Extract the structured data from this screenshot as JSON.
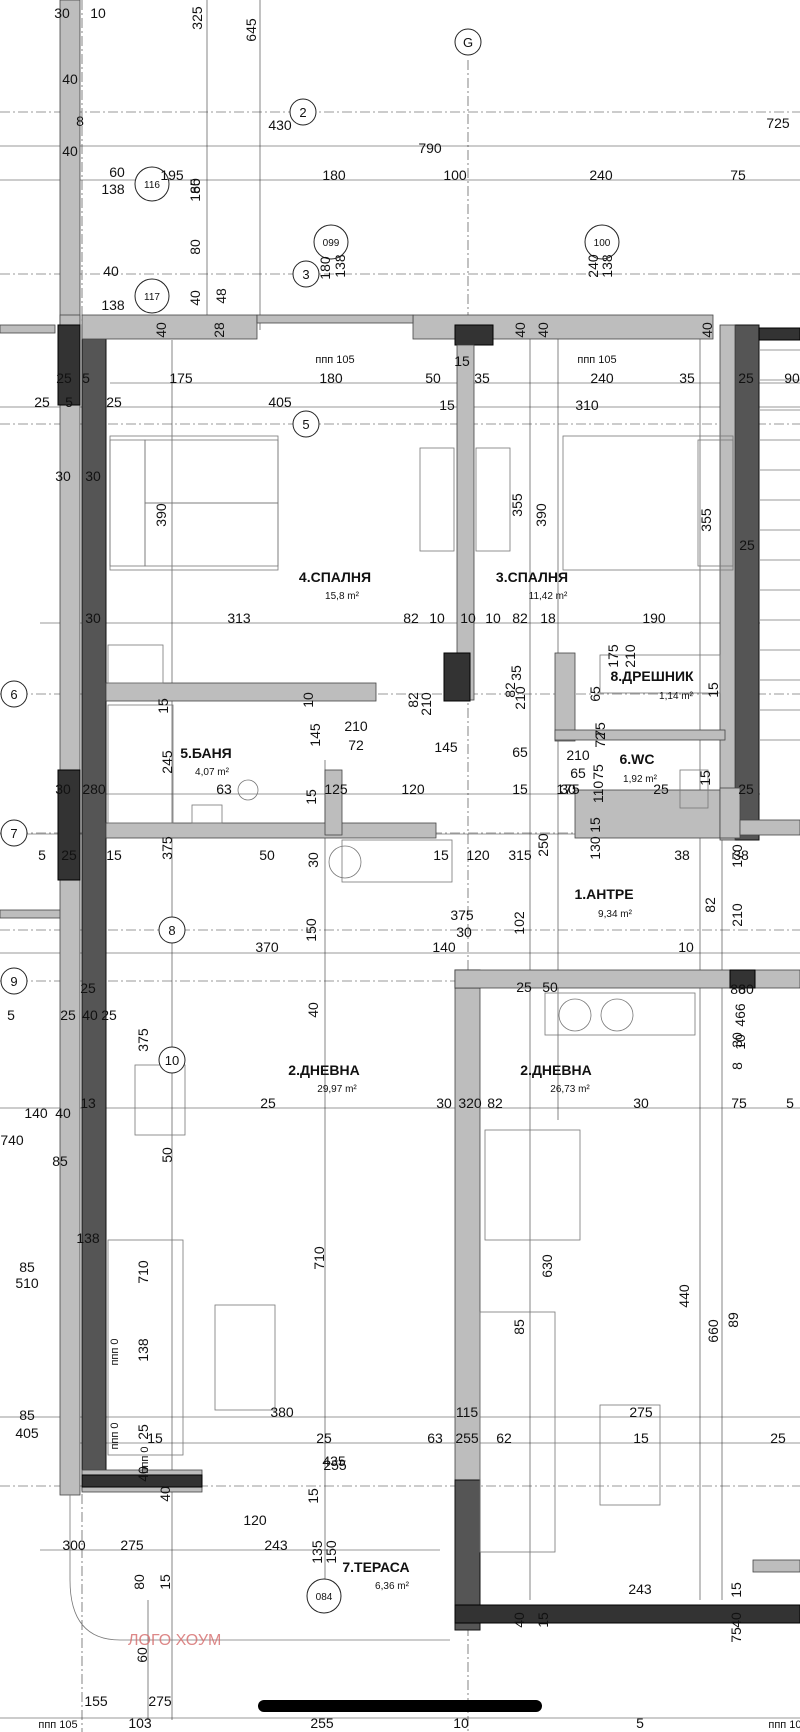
{
  "grid_bubbles": [
    {
      "label": "G"
    },
    {
      "label": "2"
    },
    {
      "label": "3"
    },
    {
      "label": "5"
    },
    {
      "label": "6"
    },
    {
      "label": "7"
    },
    {
      "label": "8"
    },
    {
      "label": "9"
    },
    {
      "label": "10"
    }
  ],
  "tags": [
    {
      "top": "099",
      "bottom": ""
    },
    {
      "top": "100",
      "bottom": ""
    },
    {
      "top": "116",
      "bottom": ""
    },
    {
      "top": "117",
      "bottom": ""
    },
    {
      "top": "084",
      "bottom": ""
    }
  ],
  "rooms": [
    {
      "name": "4.СПАЛНЯ",
      "area": "15,8 m²"
    },
    {
      "name": "3.СПАЛНЯ",
      "area": "11,42 m²"
    },
    {
      "name": "8.ДРЕШНИК",
      "area": "1,14 m²"
    },
    {
      "name": "5.БАНЯ",
      "area": "4,07 m²"
    },
    {
      "name": "6.WC",
      "area": "1,92 m²"
    },
    {
      "name": "1.АНТРЕ",
      "area": "9,34 m²"
    },
    {
      "name": "2.ДНЕВНА",
      "area": "29,97 m²"
    },
    {
      "name": "2.ДНЕВНА",
      "area": "26,73 m²"
    },
    {
      "name": "7.ТЕРАСА",
      "area": "6,36 m²"
    }
  ],
  "dimensions": [
    "30",
    "10",
    "325",
    "645",
    "40",
    "430",
    "725",
    "790",
    "8",
    "40",
    "195",
    "180",
    "100",
    "240",
    "75",
    "60",
    "138",
    "60",
    "185",
    "80",
    "40",
    "48",
    "180",
    "138",
    "240",
    "138",
    "40",
    "138",
    "40",
    "28",
    "40",
    "40",
    "40",
    "ппп 105",
    "ппп 105",
    "25",
    "5",
    "175",
    "180",
    "50",
    "35",
    "240",
    "35",
    "25",
    "90",
    "15",
    "25",
    "5",
    "25",
    "405",
    "15",
    "310",
    "30",
    "30",
    "390",
    "355",
    "390",
    "355",
    "25",
    "30",
    "313",
    "82",
    "10",
    "10",
    "10",
    "82",
    "18",
    "190",
    "175",
    "210",
    "15",
    "10",
    "82",
    "210",
    "35",
    "82",
    "210",
    "65",
    "75",
    "15",
    "72",
    "210",
    "72",
    "145",
    "245",
    "145",
    "65",
    "210",
    "65",
    "75",
    "110",
    "15",
    "30",
    "30",
    "280",
    "63",
    "15",
    "125",
    "120",
    "15",
    "175",
    "25",
    "25",
    "5",
    "25",
    "15",
    "375",
    "50",
    "30",
    "15",
    "120",
    "315",
    "250",
    "38",
    "38",
    "15",
    "130",
    "170",
    "150",
    "102",
    "82",
    "210",
    "375",
    "30",
    "370",
    "140",
    "10",
    "5",
    "25",
    "40",
    "25",
    "25",
    "25",
    "50",
    "80",
    "80",
    "466",
    "10",
    "375",
    "30",
    "25",
    "30",
    "320",
    "82",
    "30",
    "75",
    "5",
    "140",
    "40",
    "740",
    "13",
    "50",
    "8",
    "40",
    "85",
    "138",
    "85",
    "510",
    "710",
    "710",
    "630",
    "440",
    "660",
    "89",
    "85",
    "138",
    "85",
    "405",
    "25",
    "380",
    "115",
    "275",
    "15",
    "25",
    "63",
    "255",
    "62",
    "15",
    "25",
    "40",
    "ппп 0",
    "40",
    "435",
    "15",
    "120",
    "300",
    "275",
    "243",
    "135",
    "150",
    "80",
    "15",
    "15",
    "40",
    "40",
    "15",
    "75",
    "60",
    "155",
    "275",
    "103",
    "255",
    "10",
    "5",
    "ппп 105",
    "ппп 105",
    "ппп 0",
    "ппп 0",
    "255",
    "243"
  ],
  "watermark": "ЛОГО ХОУМ"
}
